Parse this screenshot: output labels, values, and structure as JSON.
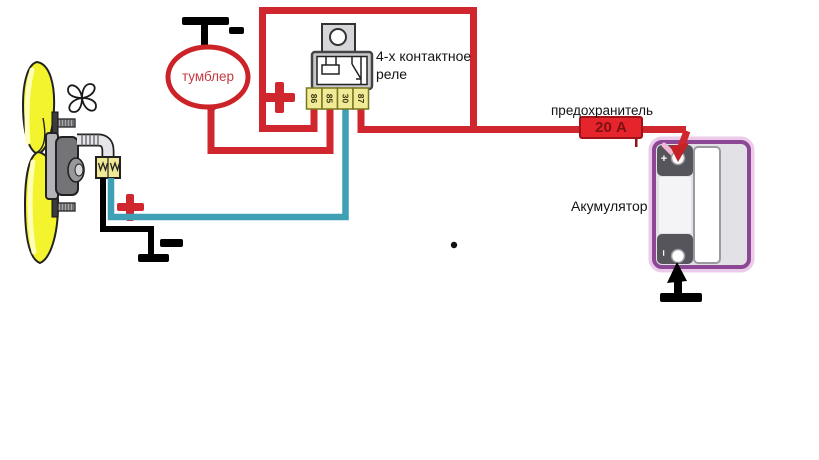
{
  "toggle": {
    "label": "тумблер"
  },
  "relay": {
    "label": "4-х контактное реле",
    "pins": [
      "86",
      "85",
      "30",
      "87"
    ]
  },
  "fuse": {
    "label": "предохранитель",
    "rating": "20 А"
  },
  "battery": {
    "label": "Акумулятор",
    "positive_mark": "+",
    "negative_mark": "−"
  },
  "icons": {
    "plus_sign": "+",
    "minus_sign": "−",
    "ground_symbol": "⏚",
    "fan_icon": "pinwheel"
  },
  "colors": {
    "wire_positive_red": "#d0262d",
    "wire_signal_blue": "#3f9fb4",
    "wire_ground_black": "#000000",
    "fuse_fill": "#e6242b",
    "fuse_text": "#7e1014",
    "battery_border_purple": "#8c4795",
    "relay_terminal_yellow": "#f1eb97",
    "fan_blade_yellow": "#f3f32e"
  }
}
